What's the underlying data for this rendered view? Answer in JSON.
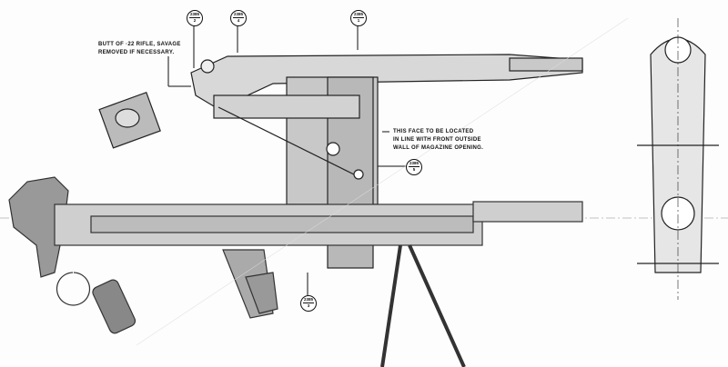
{
  "notes": {
    "butt": "BUTT OF ·22 RIFLE, SAVAGE\nREMOVED IF NECESSARY.",
    "face": "THIS FACE TO BE LOCATED\nIN LINE WITH FRONT OUTSIDE\nWALL OF MAGAZINE OPENING."
  },
  "balloons": [
    {
      "drawing": "2385",
      "part": "2"
    },
    {
      "drawing": "2385",
      "part": "4"
    },
    {
      "drawing": "2385",
      "part": "1"
    },
    {
      "drawing": "2385",
      "part": "5"
    },
    {
      "drawing": "2385",
      "part": "3"
    }
  ]
}
